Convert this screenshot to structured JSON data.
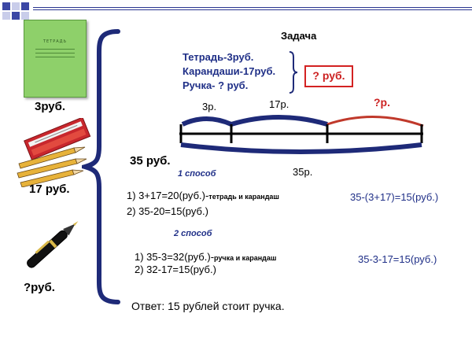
{
  "header": {
    "title": "Задача"
  },
  "items": {
    "notebook": {
      "cover_text": "ТЕТРАДЬ",
      "price": "3руб."
    },
    "pencils": {
      "price": "17 руб."
    },
    "pen": {
      "price": "?руб."
    }
  },
  "total_left": "35 руб.",
  "problem": {
    "line1": "Тетрадь-3руб.",
    "line2": "Карандаши-17руб.",
    "line3": "Ручка- ? руб.",
    "question_box": "? руб."
  },
  "diagram": {
    "seg1_label": "3р.",
    "seg2_label": "17р.",
    "seg3_label": "?р.",
    "total_label": "35р."
  },
  "method1": {
    "heading": "1 способ",
    "step1_main": "1) 3+17=20(руб.)-",
    "step1_note": "тетрадь и карандаш",
    "step2": "2) 35-20=15(руб.)",
    "expression": "35-(3+17)=15(руб.)"
  },
  "method2": {
    "heading": "2 способ",
    "step1_main": "1) 35-3=32(руб.)-",
    "step1_note": "ручка и карандаш",
    "step2": "2) 32-17=15(руб.)",
    "expression": "35-3-17=15(руб.)"
  },
  "answer": "Ответ: 15 рублей стоит ручка.",
  "colors": {
    "accent_blue": "#1f2f87",
    "accent_red": "#cc2222",
    "arc_blue": "#1e2a78",
    "arc_red": "#c0392b"
  }
}
